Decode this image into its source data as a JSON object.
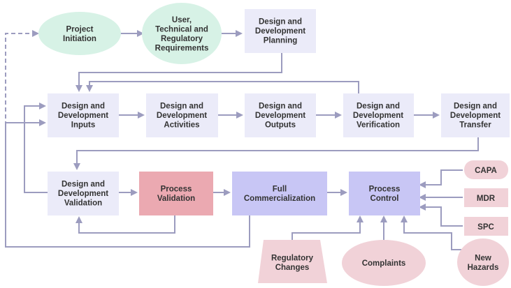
{
  "colors": {
    "box_lavender": "#ebebf9",
    "box_green": "#d7f2e6",
    "box_red": "#eba9b1",
    "box_purple": "#c8c6f5",
    "box_pink": "#f1d2d8",
    "connector": "#9c9cbf",
    "text": "#333333"
  },
  "nodes": {
    "project_initiation": {
      "lines": [
        "Project",
        "Initiation"
      ]
    },
    "requirements": {
      "lines": [
        "User,",
        "Technical and",
        "Regulatory",
        "Requirements"
      ]
    },
    "planning": {
      "lines": [
        "Design and",
        "Development",
        "Planning"
      ]
    },
    "inputs": {
      "lines": [
        "Design and",
        "Development",
        "Inputs"
      ]
    },
    "activities": {
      "lines": [
        "Design and",
        "Development",
        "Activities"
      ]
    },
    "outputs": {
      "lines": [
        "Design and",
        "Development",
        "Outputs"
      ]
    },
    "verification": {
      "lines": [
        "Design and",
        "Development",
        "Verification"
      ]
    },
    "transfer": {
      "lines": [
        "Design and",
        "Development",
        "Transfer"
      ]
    },
    "validation": {
      "lines": [
        "Design and",
        "Development",
        "Validation"
      ]
    },
    "process_validation": {
      "lines": [
        "Process",
        "Validation"
      ]
    },
    "full_commercialization": {
      "lines": [
        "Full",
        "Commercialization"
      ]
    },
    "process_control": {
      "lines": [
        "Process",
        "Control"
      ]
    },
    "capa": {
      "lines": [
        "CAPA"
      ]
    },
    "mdr": {
      "lines": [
        "MDR"
      ]
    },
    "spc": {
      "lines": [
        "SPC"
      ]
    },
    "regulatory_changes": {
      "lines": [
        "Regulatory",
        "Changes"
      ]
    },
    "complaints": {
      "lines": [
        "Complaints"
      ]
    },
    "new_hazards": {
      "lines": [
        "New",
        "Hazards"
      ]
    }
  }
}
